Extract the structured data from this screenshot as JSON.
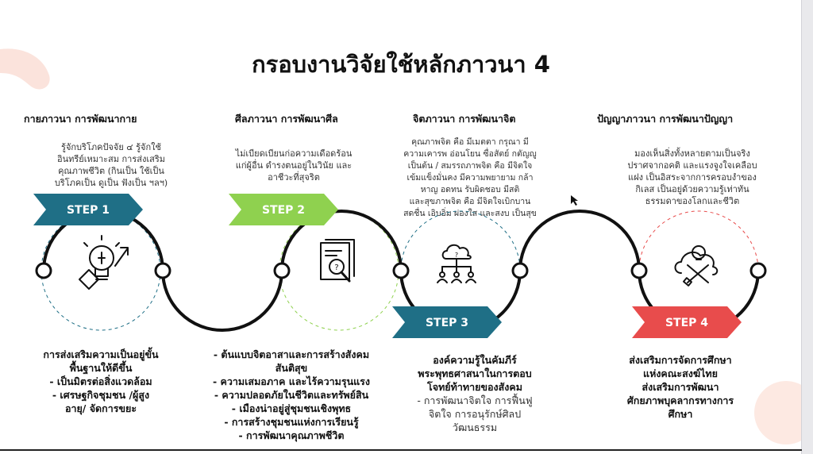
{
  "title": "กรอบงานวิจัยใช้หลักภาวนา 4",
  "colors": {
    "teal": "#1f6f86",
    "green": "#8fd14f",
    "red": "#e84c4c",
    "curve": "#111111",
    "pink": "#fbe3dc"
  },
  "steps": [
    {
      "label": "STEP 1",
      "heading": "กายภาวนา การพัฒนากาย",
      "icon": "lightbulb-growth-icon",
      "desc": [
        "รู้จักบริโภคปัจจัย ๔ รู้จักใช้",
        "อินทรีย์เหมาะสม การส่งเสริม",
        "คุณภาพชีวิต (กินเป็น ใช้เป็น",
        "บริโภคเป็น ดูเป็น ฟังเป็น ฯลฯ)"
      ],
      "bottom": [
        "การส่งเสริมความเป็นอยู่ขั้น",
        "พื้นฐานให้ดีขึ้น",
        "- เป็นมิตรต่อสิ่งแวดล้อม",
        "- เศรษฐกิจชุมชน /ผู้สูง",
        "อายุ/  จัดการขยะ"
      ]
    },
    {
      "label": "STEP 2",
      "heading": "ศีลภาวนา การพัฒนาศีล",
      "icon": "document-search-icon",
      "desc": [
        "ไม่เบียดเบียนก่อความเดือดร้อน",
        "แก่ผู้อื่น ดำรงตนอยู่ในวินัย และ",
        "อาชีวะที่สุจริต"
      ],
      "bottom": [
        "- ต้นแบบจิตอาสาและการสร้างสังคม",
        "สันติสุข",
        "- ความเสมอภาค และไร้ความรุนแรง",
        "- ความปลอดภัยในชีวิตและทรัพย์สิน",
        "- เมืองน่าอยู่สู่ชุมชนเชิงพุทธ",
        "- การสร้างชุมชนแห่งการเรียนรู้",
        "- การพัฒนาคุณภาพชีวิต"
      ]
    },
    {
      "label": "STEP 3",
      "heading": "จิตภาวนา การพัฒนาจิต",
      "icon": "cloud-network-icon",
      "desc": [
        "คุณภาพจิต คือ มีเมตตา กรุณา มี",
        "ความเคารพ อ่อนโยน ซื่อสัตย์ กตัญญู",
        "เป็นต้น / สมรรถภาพจิต คือ มีจิตใจ",
        "เข้มแข็งมั่นคง มีความพยายาม กล้า",
        "หาญ อดทน รับผิดชอบ มีสติ",
        "และสุขภาพจิต คือ มีจิตใจเบิกบาน",
        "สดชื่น เอิบอิ่ม ผ่องใส และสงบ เป็นสุข"
      ],
      "bottom_bold": [
        "องค์ความรู้ในคัมภีร์",
        "พระพุทธศาสนาในการตอบ",
        "โจทย์ท้าทายของสังคม"
      ],
      "bottom": [
        "- การพัฒนาจิตใจ การฟื้นฟู",
        "จิตใจ การอนุรักษ์ศิลป",
        "วัฒนธรรม"
      ]
    },
    {
      "label": "STEP 4",
      "heading": "ปัญญาภาวนา การพัฒนาปัญญา",
      "icon": "idea-tools-icon",
      "desc": [
        "มองเห็นสิ่งทั้งหลายตามเป็นจริง",
        "ปราศจากอคติ และแรงจูงใจเคลือบ",
        "แฝง เป็นอิสระจากการครอบงำของ",
        "กิเลส เป็นอยู่ด้วยความรู้เท่าทัน",
        "ธรรมดาของโลกและชีวิต"
      ],
      "bottom": [
        "ส่งเสริมการจัดการศึกษา",
        "แห่งคณะสงฆ์ไทย",
        "ส่งเสริมการพัฒนา",
        "ศักยภาพบุคลากรทางการ",
        "ศึกษา"
      ]
    }
  ]
}
